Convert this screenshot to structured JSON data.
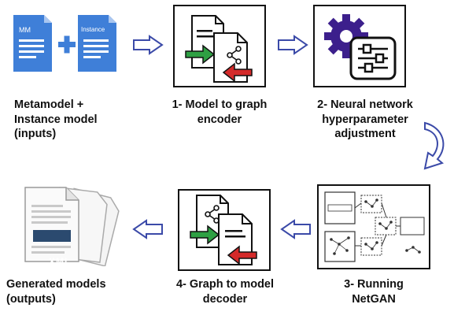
{
  "inputs": {
    "doc1_label": "MM",
    "doc2_label": "Instance",
    "caption_line1": "Metamodel +",
    "caption_line2": "Instance model",
    "caption_line3": "(inputs)"
  },
  "step1": {
    "line1": "1- Model to graph",
    "line2": "encoder"
  },
  "step2": {
    "line1": "2- Neural network",
    "line2": "hyperparameter",
    "line3": "adjustment"
  },
  "step3": {
    "line1": "3- Running",
    "line2": "NetGAN"
  },
  "step4": {
    "line1": "4- Graph to model",
    "line2": "decoder"
  },
  "outputs": {
    "xmi_label": "XMI",
    "caption_line1": "Generated models",
    "caption_line2": "(outputs)"
  },
  "colors": {
    "doc_blue": "#3f7fd8",
    "arrow_outline": "#3b4aa8",
    "gear_purple": "#3c1f8c",
    "green_arrow": "#2ea043",
    "red_arrow": "#d42a2a"
  }
}
